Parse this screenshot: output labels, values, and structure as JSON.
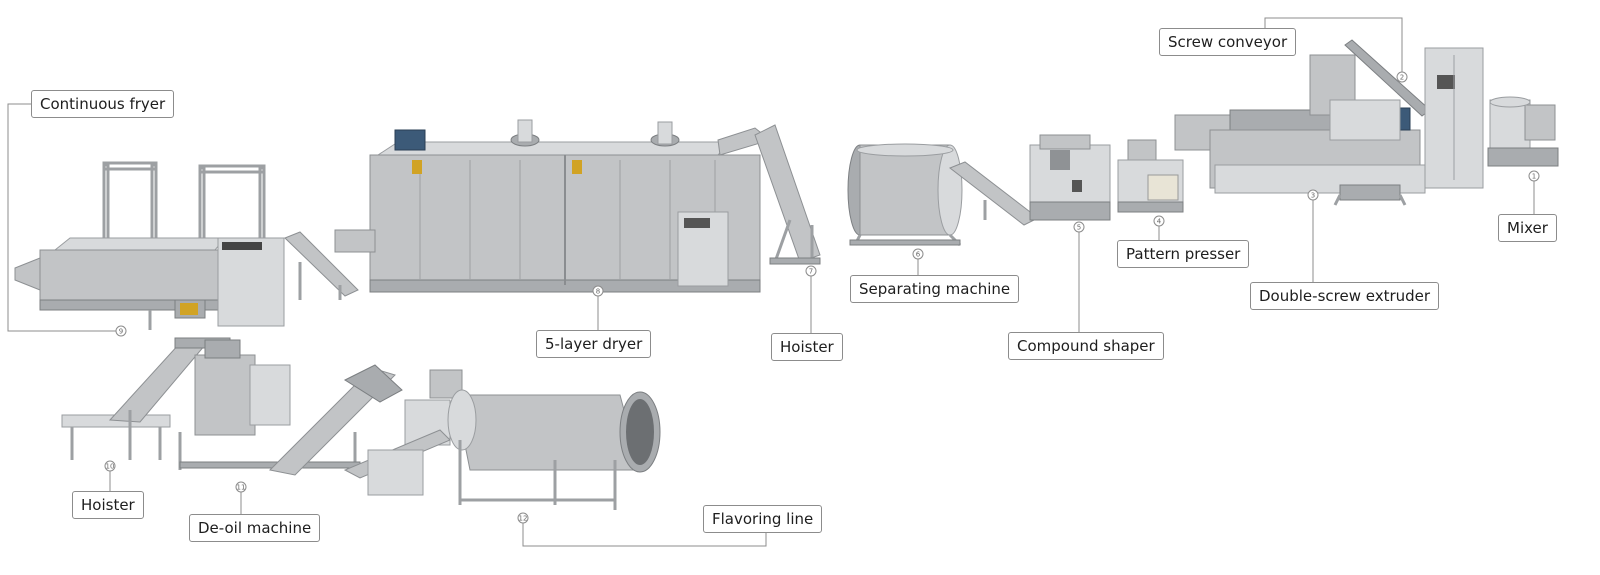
{
  "labels": {
    "screw_conveyor": "Screw conveyor",
    "continuous_fryer": "Continuous fryer",
    "mixer": "Mixer",
    "pattern_presser": "Pattern presser",
    "separating_machine": "Separating machine",
    "double_screw_extruder": "Double-screw extruder",
    "five_layer_dryer": "5-layer dryer",
    "hoister_top": "Hoister",
    "compound_shaper": "Compound shaper",
    "hoister_bottom": "Hoister",
    "de_oil_machine": "De-oil machine",
    "flavoring_line": "Flavoring line"
  },
  "numbers": {
    "n1": "1",
    "n2": "2",
    "n3": "3",
    "n4": "4",
    "n5": "5",
    "n6": "6",
    "n7": "7",
    "n8": "8",
    "n9": "9",
    "n10": "10",
    "n11": "11",
    "n12": "12"
  },
  "colors": {
    "steel": "#c2c4c6",
    "steel_dark": "#a9acaf",
    "leader": "#8c8c8c",
    "motor_blue": "#3c5a78"
  }
}
